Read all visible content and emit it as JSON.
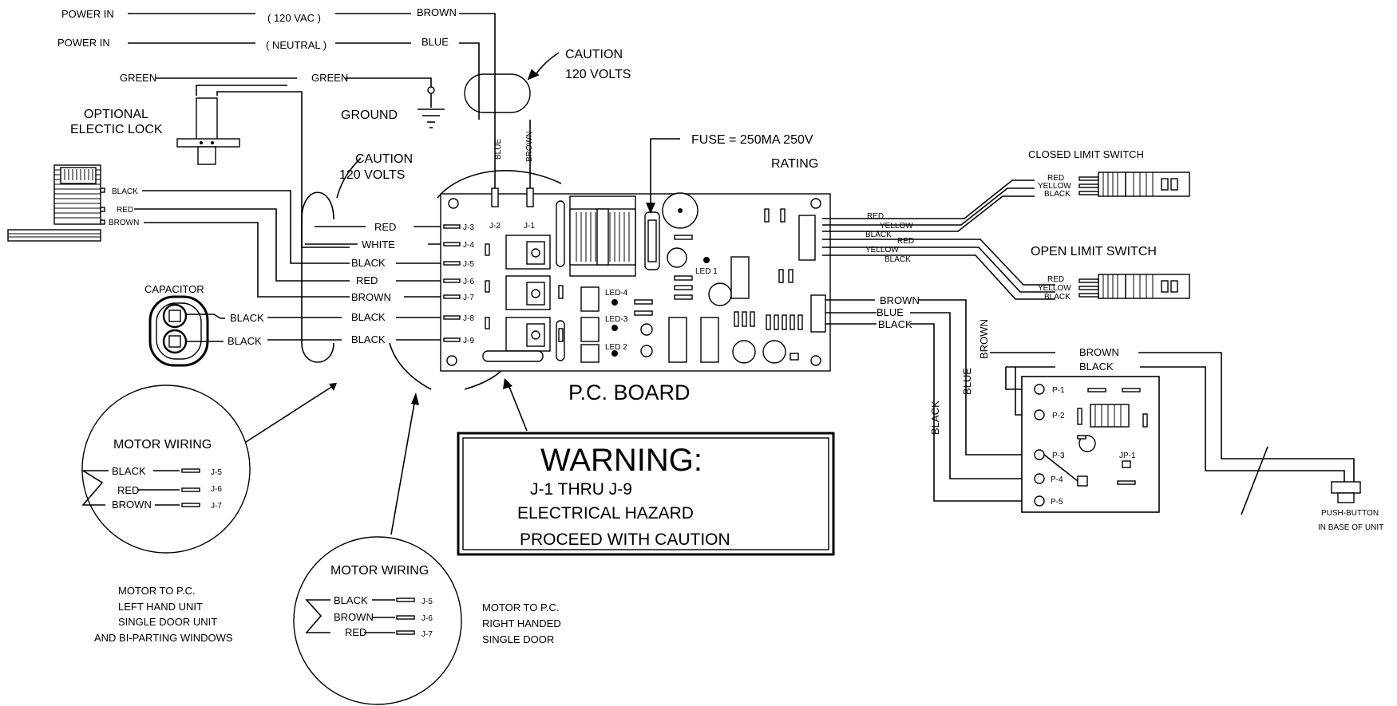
{
  "power": {
    "power_in_1": "POWER IN",
    "vac": "( 120 VAC )",
    "brown_1": "BROWN",
    "power_in_2": "POWER IN",
    "neutral": "( NEUTRAL )",
    "blue_1": "BLUE",
    "green_1": "GREEN",
    "green_2": "GREEN",
    "ground": "GROUND",
    "optional_1": "OPTIONAL",
    "optional_2": "ELECTIC LOCK",
    "caution_a1": "CAUTION",
    "caution_a2": "120 VOLTS",
    "caution_b1": "CAUTION",
    "caution_b2": "120 VOLTS",
    "blue_vert": "BLUE",
    "brown_vert": "BROWN"
  },
  "fuse": {
    "label": "FUSE = 250MA 250V",
    "rating": "RATING"
  },
  "motor_leads": {
    "black": "BLACK",
    "red": "RED",
    "brown": "BROWN"
  },
  "board_wires": {
    "red_j3": "RED",
    "white_j4": "WHITE",
    "black_j5": "BLACK",
    "red_j6": "RED",
    "brown_j7": "BROWN",
    "black_j8": "BLACK",
    "black_j9": "BLACK"
  },
  "capacitor": {
    "label": "CAPACITOR",
    "lead_1": "BLACK",
    "lead_2": "BLACK"
  },
  "board": {
    "title": "P.C. BOARD",
    "j1": "J-1",
    "j2": "J-2",
    "j3": "J-3",
    "j4": "J-4",
    "j5": "J-5",
    "j6": "J-6",
    "j7": "J-7",
    "j8": "J-8",
    "j9": "J-9",
    "led1": "LED 1",
    "led2": "LED 2",
    "led3": "LED-3",
    "led4": "LED-4"
  },
  "closed_switch": {
    "title": "CLOSED LIMIT SWITCH",
    "red": "RED",
    "yellow": "YELLOW",
    "black": "BLACK"
  },
  "open_switch": {
    "title": "OPEN LIMIT SWITCH",
    "red": "RED",
    "yellow": "YELLOW",
    "black": "BLACK"
  },
  "limit_harness": {
    "red_1": "RED",
    "yellow_1": "YELLOW",
    "black_1": "BLACK",
    "red_2": "RED",
    "yellow_2": "YELLOW",
    "black_2": "BLACK"
  },
  "sensor": {
    "brown": "BROWN",
    "blue": "BLUE",
    "black": "BLACK",
    "brown_v": "BROWN",
    "blue_v": "BLUE",
    "black_v": "BLACK",
    "brown_top": "BROWN",
    "black_top": "BLACK",
    "p1": "P-1",
    "p2": "P-2",
    "p3": "P-3",
    "p4": "P-4",
    "p5": "P-5",
    "jp1": "JP-1"
  },
  "push_button": {
    "line_1": "PUSH-BUTTON",
    "line_2": "IN BASE OF UNIT"
  },
  "warning": {
    "title": "WARNING:",
    "line_1": "J-1 THRU J-9",
    "line_2": "ELECTRICAL HAZARD",
    "line_3": "PROCEED WITH CAUTION"
  },
  "motor_left": {
    "title": "MOTOR WIRING",
    "w1": "BLACK",
    "w2": "RED",
    "w3": "BROWN",
    "j1": "J-5",
    "j2": "J-6",
    "j3": "J-7",
    "caption_1": "MOTOR TO P.C.",
    "caption_2": "LEFT HAND UNIT",
    "caption_3": "SINGLE DOOR UNIT",
    "caption_4": "AND BI-PARTING WINDOWS"
  },
  "motor_right": {
    "title": "MOTOR WIRING",
    "w1": "BLACK",
    "w2": "BROWN",
    "w3": "RED",
    "j1": "J-5",
    "j2": "J-6",
    "j3": "J-7",
    "caption_1": "MOTOR TO P.C.",
    "caption_2": "RIGHT HANDED",
    "caption_3": "SINGLE DOOR"
  }
}
